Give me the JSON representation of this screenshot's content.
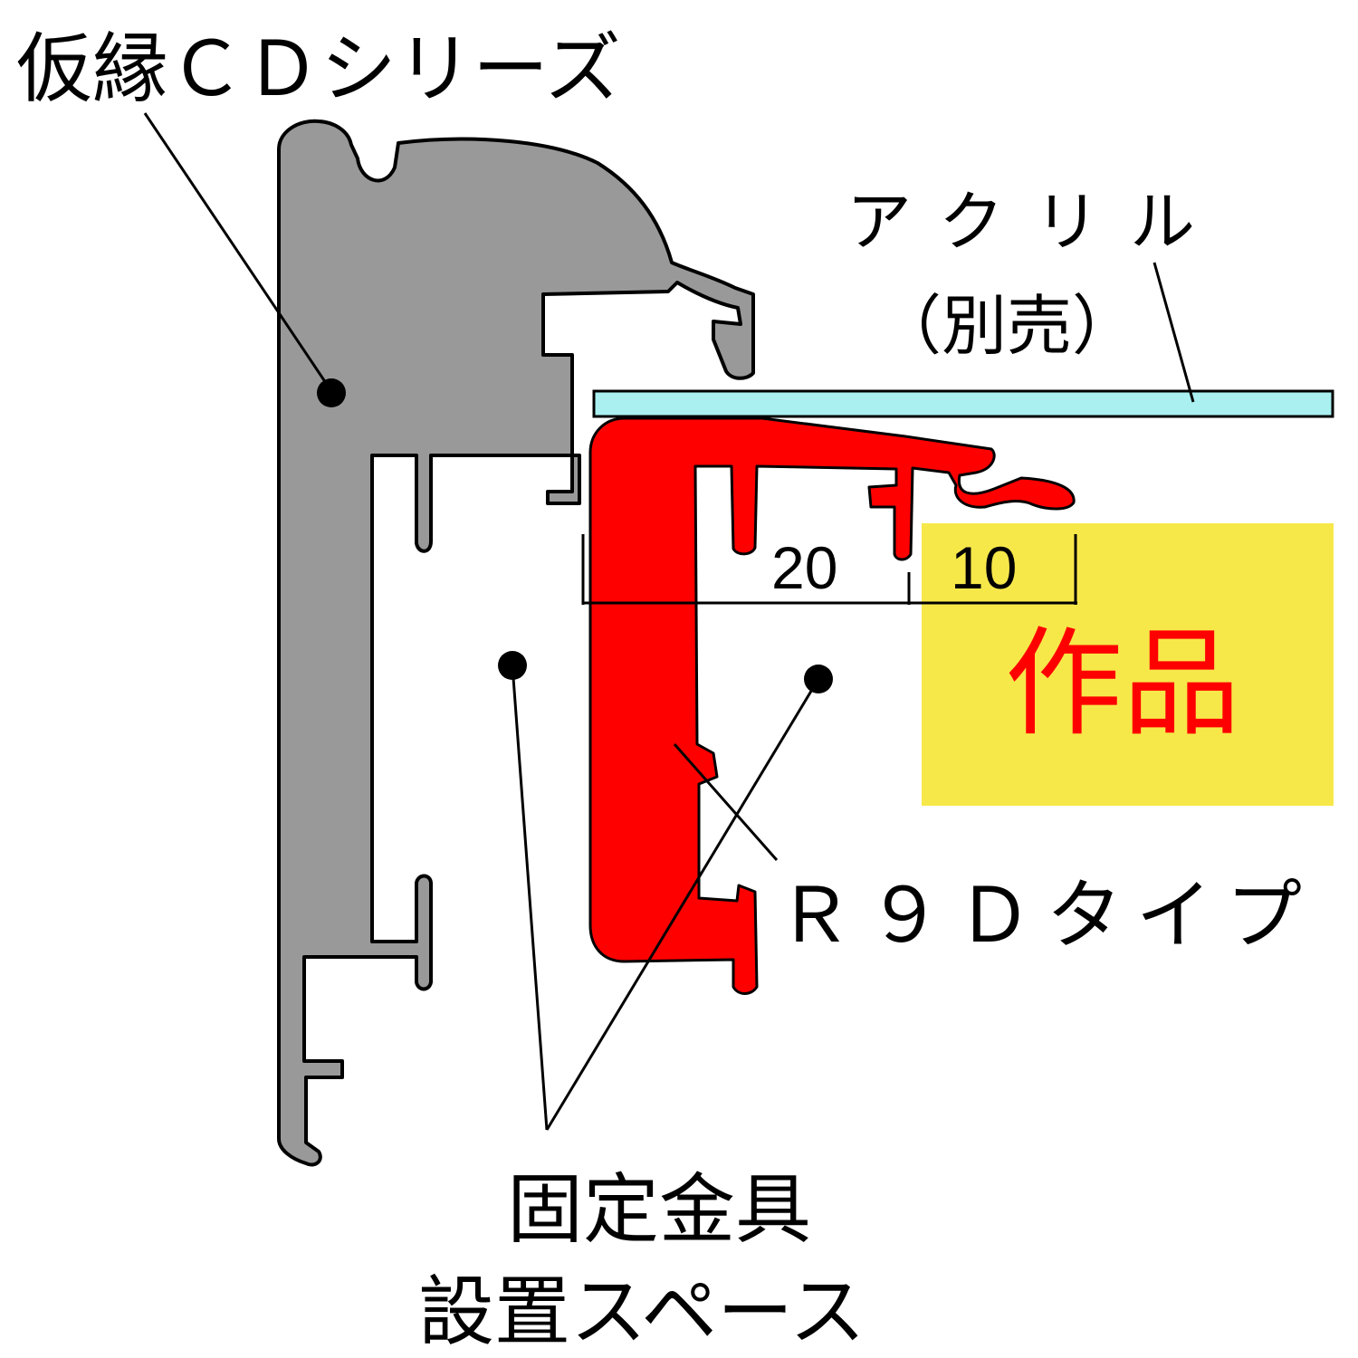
{
  "labels": {
    "frame_series": "仮縁ＣＤシリーズ",
    "acrylic": "アクリル",
    "acrylic_note": "（別売）",
    "mount_type": "Ｒ９Ｄタイプ",
    "space_line1": "固定金具",
    "space_line2": "設置スペース",
    "artwork": "作品"
  },
  "dimensions": {
    "left": "20",
    "right": "10"
  },
  "colors": {
    "frame": "#999999",
    "mount": "#ff0000",
    "acrylic": "#aaf0f0",
    "artwork": "#f7e84a",
    "artwork_text": "#ff0000",
    "outline": "#000000"
  }
}
